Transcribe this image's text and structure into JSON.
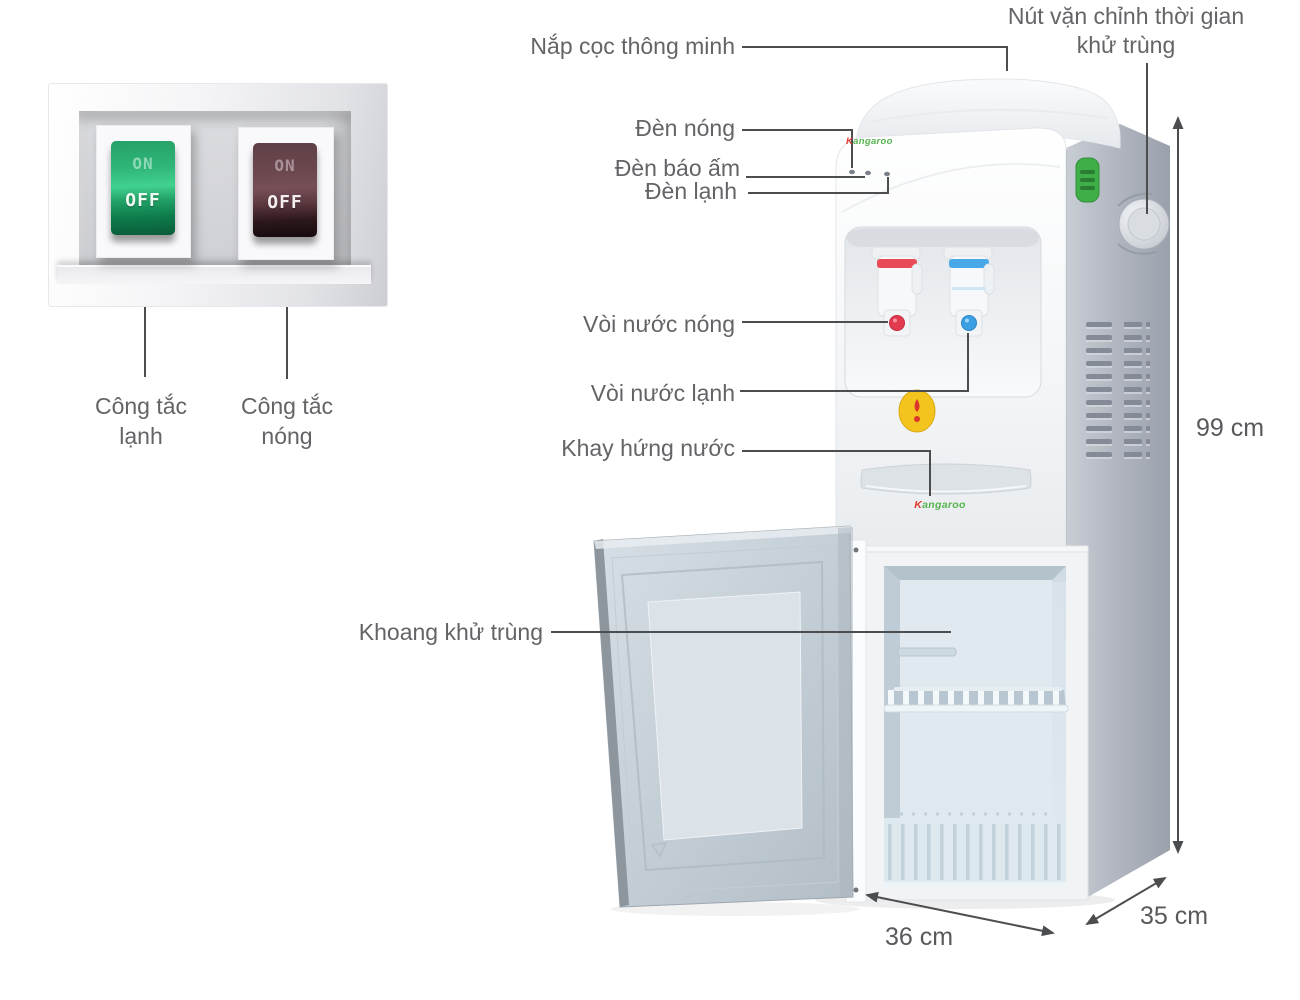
{
  "product": {
    "brand": "Kangaroo",
    "labels": {
      "smart_cap": "Nắp cọc thông minh",
      "hot_light": "Đèn nóng",
      "warm_light": "Đèn báo ấm",
      "cold_light": "Đèn lạnh",
      "hot_tap": "Vòi nước nóng",
      "cold_tap": "Vòi nước lạnh",
      "drip_tray": "Khay hứng nước",
      "sterilizing_chamber": "Khoang khử trùng",
      "sterilizing_timer_knob": "Nút vặn chỉnh thời gian khử trùng",
      "cold_switch": "Công tắc lạnh",
      "hot_switch": "Công tắc nóng"
    },
    "dimensions": {
      "height": "99 cm",
      "width": "36 cm",
      "depth": "35 cm"
    },
    "switch_inset": {
      "cold_switch": {
        "on": "ON",
        "off": "OFF",
        "color": "#2eb377"
      },
      "hot_switch": {
        "on": "ON",
        "off": "OFF",
        "color": "#5c3b42"
      }
    },
    "colors": {
      "label_text": "#636467",
      "leader_line": "#4c4d4f",
      "brand_green": "#55b44e",
      "hot_accent": "#e23b50",
      "cold_accent": "#3b9fe2"
    }
  }
}
